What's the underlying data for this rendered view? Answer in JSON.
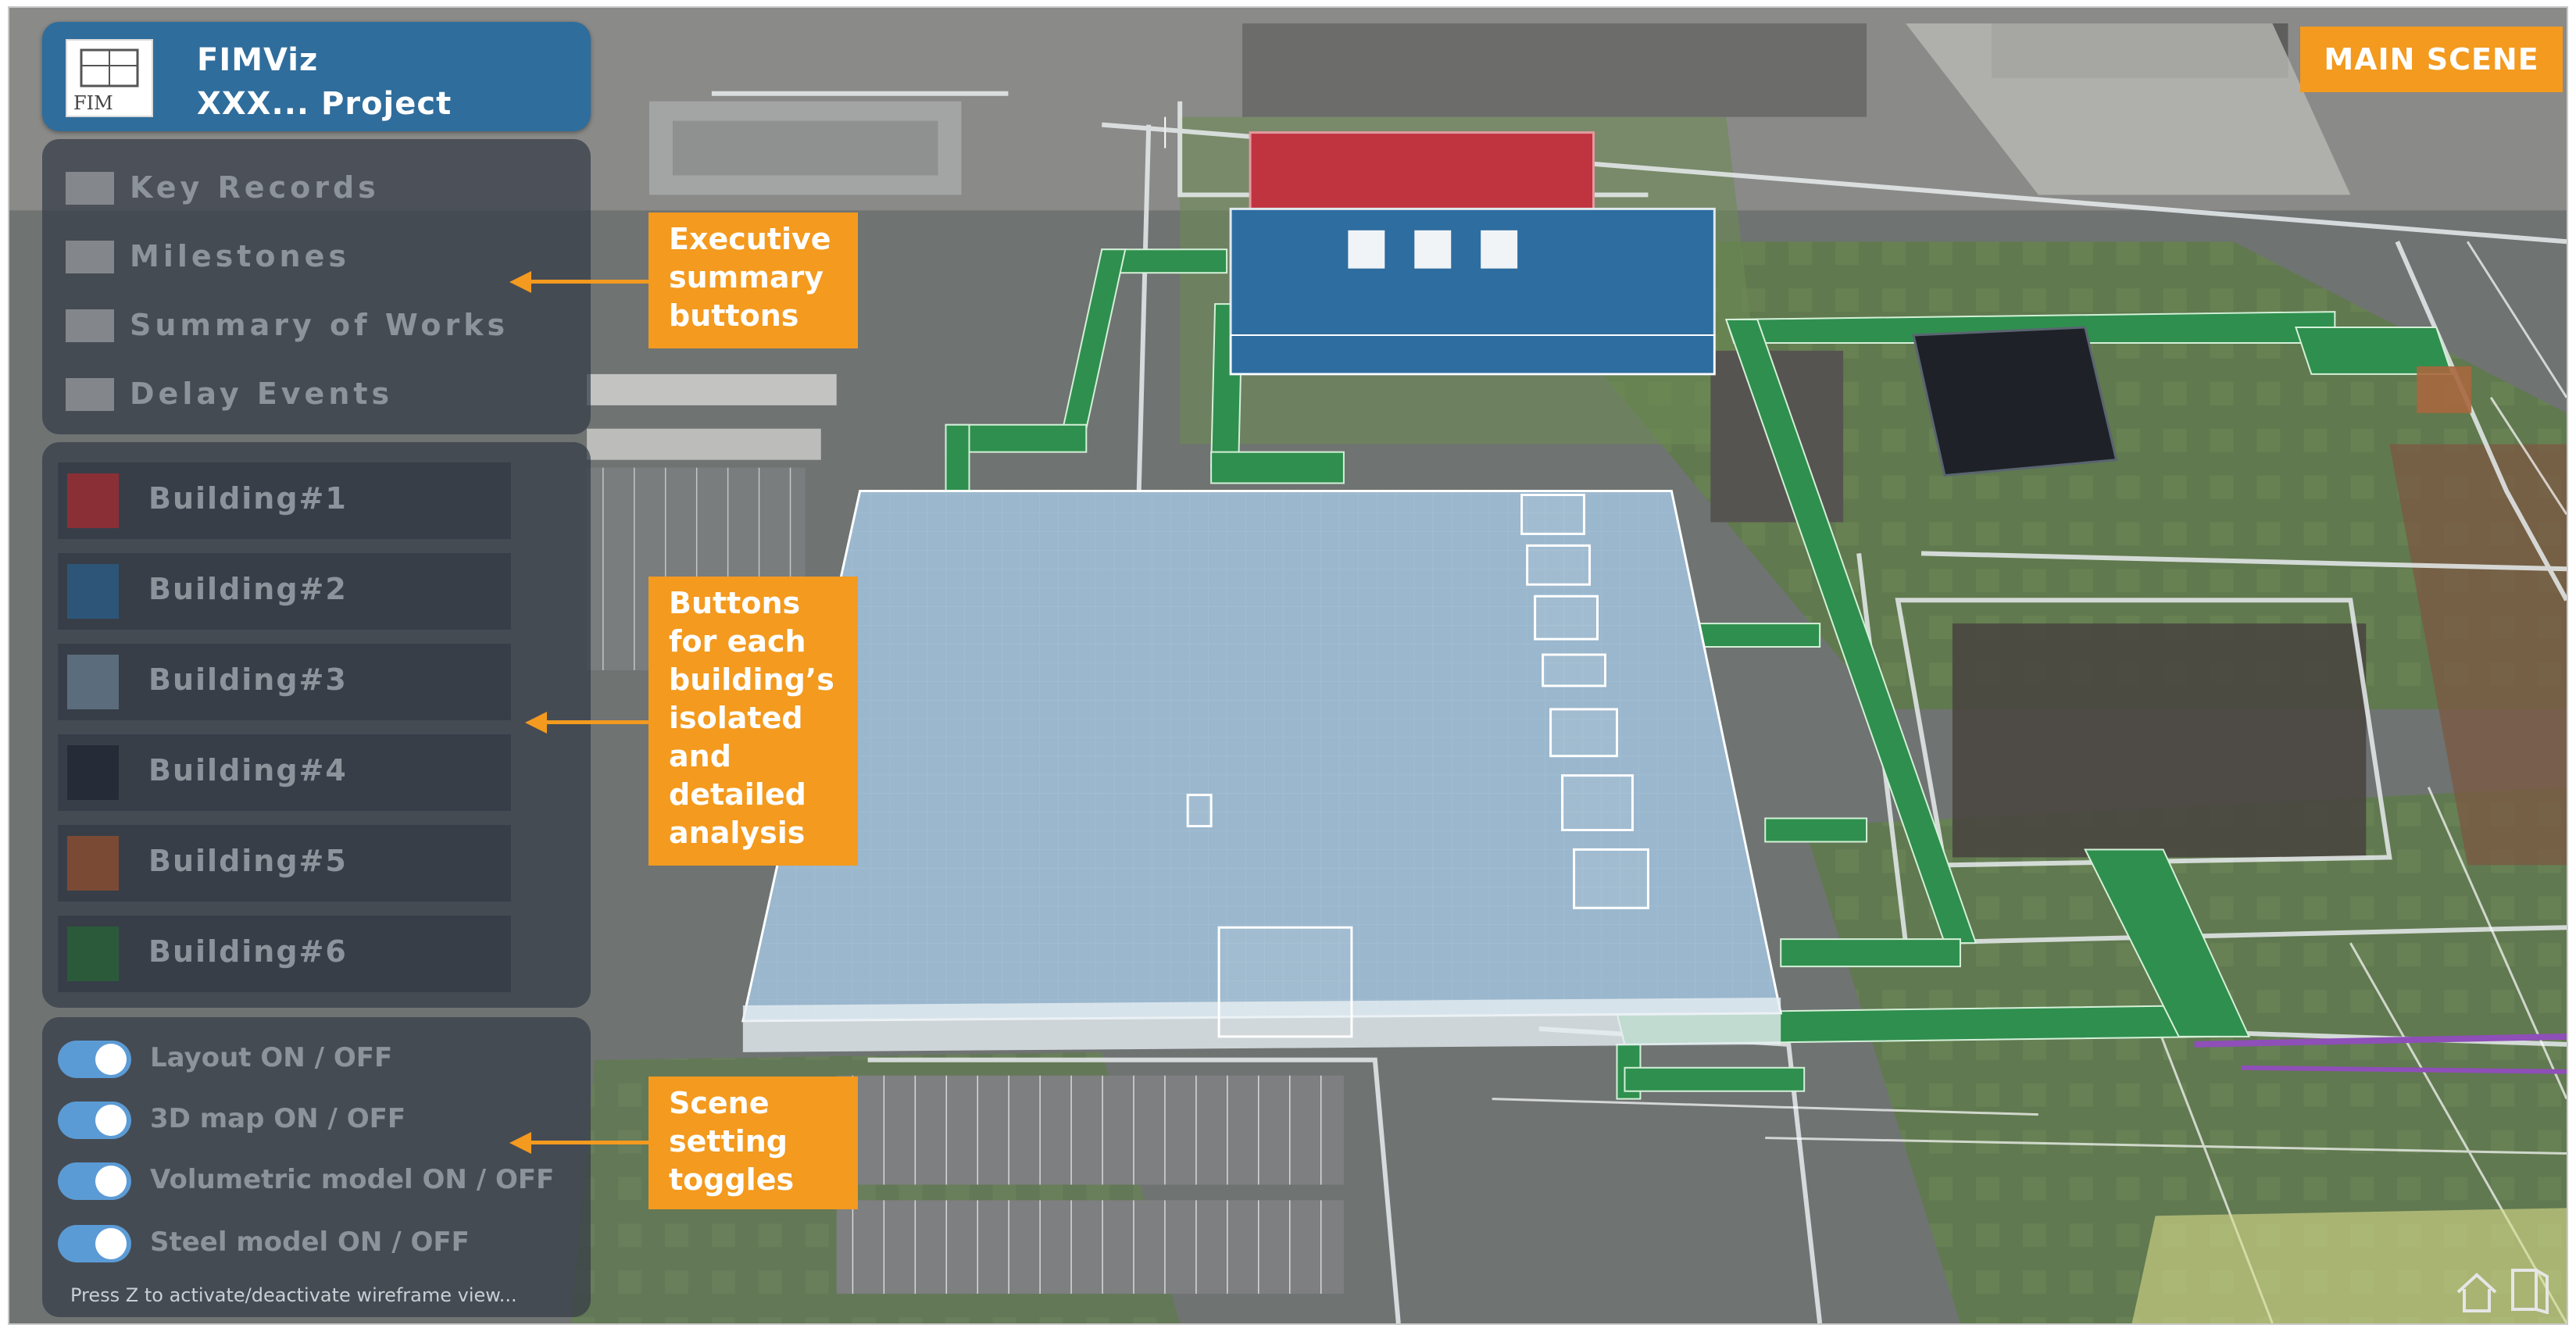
{
  "header": {
    "app_name": "FIMViz",
    "project_name": "XXX... Project",
    "logo_text_top": "FIM"
  },
  "executive_summary": {
    "items": [
      {
        "label": "Key Records"
      },
      {
        "label": "Milestones"
      },
      {
        "label": "Summary of Works"
      },
      {
        "label": "Delay Events"
      }
    ]
  },
  "buildings": {
    "items": [
      {
        "label": "Building#1",
        "color": "#8a2f36"
      },
      {
        "label": "Building#2",
        "color": "#2c5578"
      },
      {
        "label": "Building#3",
        "color": "#5b6d7c"
      },
      {
        "label": "Building#4",
        "color": "#262c37"
      },
      {
        "label": "Building#5",
        "color": "#7a4a35"
      },
      {
        "label": "Building#6",
        "color": "#2a5a3a"
      }
    ]
  },
  "toggles": {
    "items": [
      {
        "label": "Layout ON / OFF",
        "on": true
      },
      {
        "label": "3D map ON / OFF",
        "on": true
      },
      {
        "label": "Volumetric model ON / OFF",
        "on": true
      },
      {
        "label": "Steel model ON / OFF",
        "on": true
      }
    ],
    "hint": "Press Z to activate/deactivate wireframe view..."
  },
  "callouts": {
    "executive": [
      "Executive",
      "summary",
      "buttons"
    ],
    "buildings": [
      "Buttons",
      "for each",
      "building’s",
      "isolated",
      "and",
      "detailed",
      "analysis"
    ],
    "scene": [
      "Scene",
      "setting",
      "toggles"
    ]
  },
  "scene_button": {
    "label": "MAIN SCENE"
  },
  "icons": {
    "home": "home-icon",
    "exit": "exit-door-icon"
  },
  "colors": {
    "accent_orange": "#f39a1f",
    "title_blue": "#2f6d9c",
    "toggle_blue": "#5b9bd5",
    "building_red": "#c0343f",
    "building_blue": "#2e6da0",
    "building_lightblue": "#8fb0c8",
    "walkway_green": "#2f8f4e"
  }
}
